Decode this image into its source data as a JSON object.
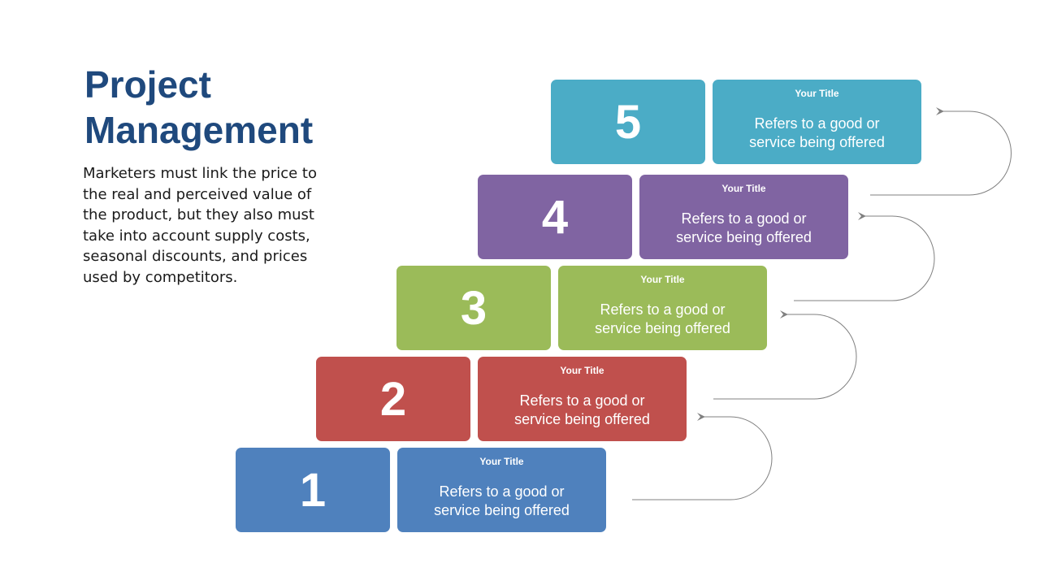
{
  "title": {
    "line1": "Project",
    "line2": "Management"
  },
  "description": "Marketers must link the price to the real and perceived value of the product, but they also must take into account supply costs, seasonal discounts, and prices used by competitors.",
  "steps": [
    {
      "number": "1",
      "title": "Your Title",
      "text": "Refers to a good or service being offered",
      "color": "#4f81bd"
    },
    {
      "number": "2",
      "title": "Your Title",
      "text": "Refers to a good or service being offered",
      "color": "#c0504d"
    },
    {
      "number": "3",
      "title": "Your Title",
      "text": "Refers to a good or service being offered",
      "color": "#9bbb59"
    },
    {
      "number": "4",
      "title": "Your Title",
      "text": "Refers to a good or service being offered",
      "color": "#8064a2"
    },
    {
      "number": "5",
      "title": "Your Title",
      "text": "Refers to a good or service being offered",
      "color": "#4bacc6"
    }
  ],
  "arrow_color": "#808080"
}
